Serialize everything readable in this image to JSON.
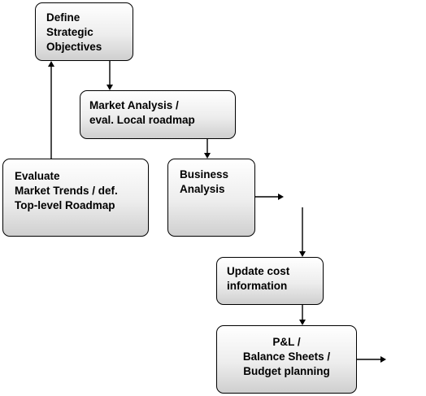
{
  "diagram": {
    "nodes": [
      {
        "id": "define",
        "lines": [
          "Define",
          "Strategic",
          "Objectives"
        ]
      },
      {
        "id": "market",
        "lines": [
          "Market Analysis /",
          "eval. Local roadmap"
        ]
      },
      {
        "id": "evaluate",
        "lines": [
          "Evaluate",
          "Market Trends / def.",
          "Top-level Roadmap"
        ]
      },
      {
        "id": "business",
        "lines": [
          "Business",
          "Analysis"
        ]
      },
      {
        "id": "update",
        "lines": [
          "Update cost",
          "information"
        ]
      },
      {
        "id": "pnl",
        "lines": [
          "P&L /",
          "Balance Sheets /",
          "Budget planning"
        ]
      }
    ],
    "edges": [
      {
        "from": "define",
        "to": "market"
      },
      {
        "from": "market",
        "to": "business"
      },
      {
        "from": "evaluate",
        "to": "define"
      },
      {
        "from": "business",
        "to": "off-page"
      },
      {
        "from": "off-page",
        "to": "update"
      },
      {
        "from": "update",
        "to": "pnl"
      },
      {
        "from": "pnl",
        "to": "off-page"
      }
    ]
  }
}
